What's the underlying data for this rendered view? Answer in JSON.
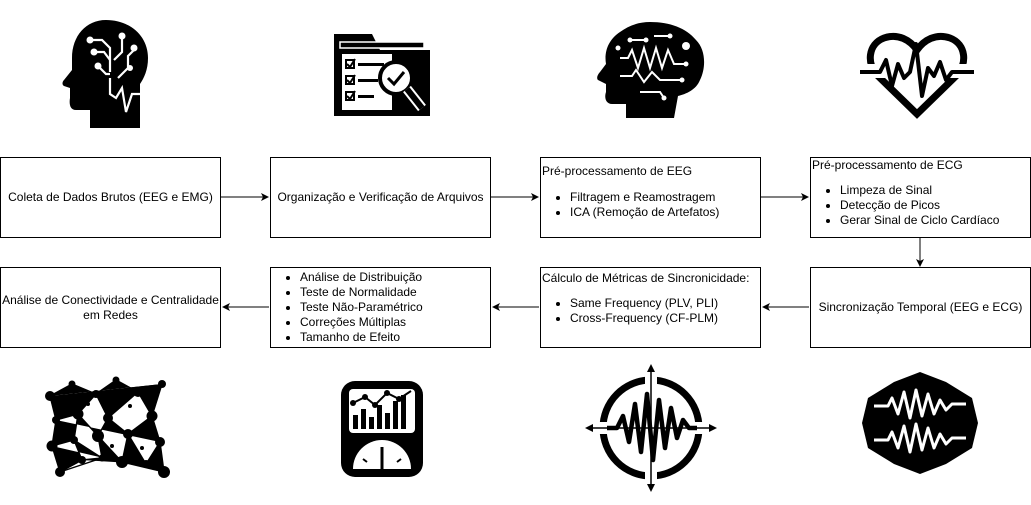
{
  "steps": {
    "raw_data": {
      "label": "Coleta de Dados Brutos (EEG e EMG)"
    },
    "organization": {
      "label": "Organização e Verificação de Arquivos"
    },
    "eeg_preprocessing": {
      "title": "Pré-processamento de EEG",
      "items": [
        "Filtragem e Reamostragem",
        "ICA (Remoção de Artefatos)"
      ]
    },
    "ecg_preprocessing": {
      "title": "Pré-processamento de ECG",
      "items": [
        "Limpeza de Sinal",
        "Detecção de Picos",
        "Gerar Sinal de Ciclo Cardíaco"
      ]
    },
    "time_sync": {
      "label": "Sincronização Temporal (EEG e ECG)"
    },
    "sync_metrics": {
      "title": "Cálculo de Métricas de Sincronicidade:",
      "items": [
        "Same Frequency (PLV, PLI)",
        "Cross-Frequency (CF-PLM)"
      ]
    },
    "statistics": {
      "items": [
        "Análise de Distribuição",
        "Teste de Normalidade",
        "Teste Não-Paramétrico",
        "Correções Múltiplas",
        "Tamanho de Efeito"
      ]
    },
    "network_analysis": {
      "label": "Análise de Conectividade e Centralidade em Redes"
    }
  },
  "icons": {
    "top": [
      "head-circuit-icon",
      "folder-checklist-icon",
      "brain-waves-icon",
      "heart-ecg-icon"
    ],
    "bottom": [
      "network-graph-icon",
      "stats-dashboard-icon",
      "signal-crosshair-icon",
      "wave-hexagon-icon"
    ]
  },
  "colors": {
    "stroke": "#000000",
    "background": "#ffffff"
  }
}
